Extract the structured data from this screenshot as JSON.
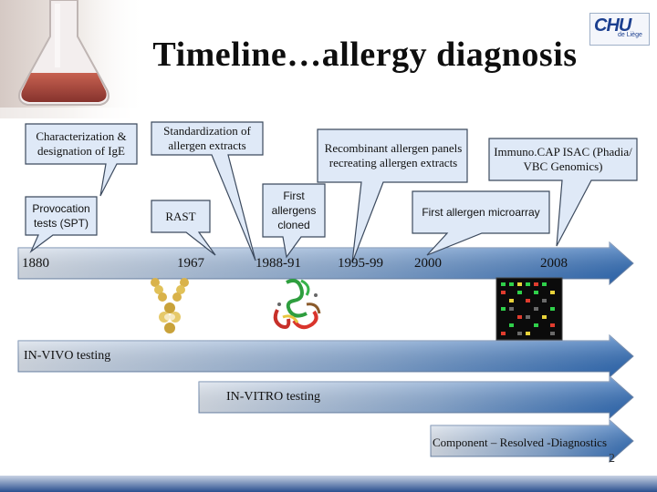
{
  "slide": {
    "title": "Timeline…allergy diagnosis",
    "page_number": "2",
    "logo": {
      "mark": "CHU",
      "sub": "de Liège"
    }
  },
  "callouts": {
    "igE": "Characterization & designation of IgE",
    "spt": "Provocation tests (SPT)",
    "standardization": "Standardization of allergen extracts",
    "rast": "RAST",
    "cloned": "First allergens cloned",
    "recombinant": "Recombinant allergen panels recreating allergen extracts",
    "immunocap": "Immuno.CAP ISAC (Phadia/ VBC Genomics)",
    "microarray": "First allergen microarray"
  },
  "timeline": {
    "years": [
      "1880",
      "1967",
      "1988-91",
      "1995-99",
      "2000",
      "2008"
    ]
  },
  "arrows": {
    "in_vivo": "IN-VIVO testing",
    "in_vitro": "IN-VITRO testing",
    "component": "Component – Resolved -Diagnostics"
  },
  "colors": {
    "callout_fill": "#dfe9f7",
    "callout_stroke": "#3c4a5e",
    "arrow_light": "#dbe7f7",
    "arrow_dark": "#2f6fbf",
    "footer_dark": "#2a4f8f"
  },
  "icons": [
    "flask-icon",
    "antibody-icon",
    "protein-structure-icon",
    "microarray-icon"
  ]
}
